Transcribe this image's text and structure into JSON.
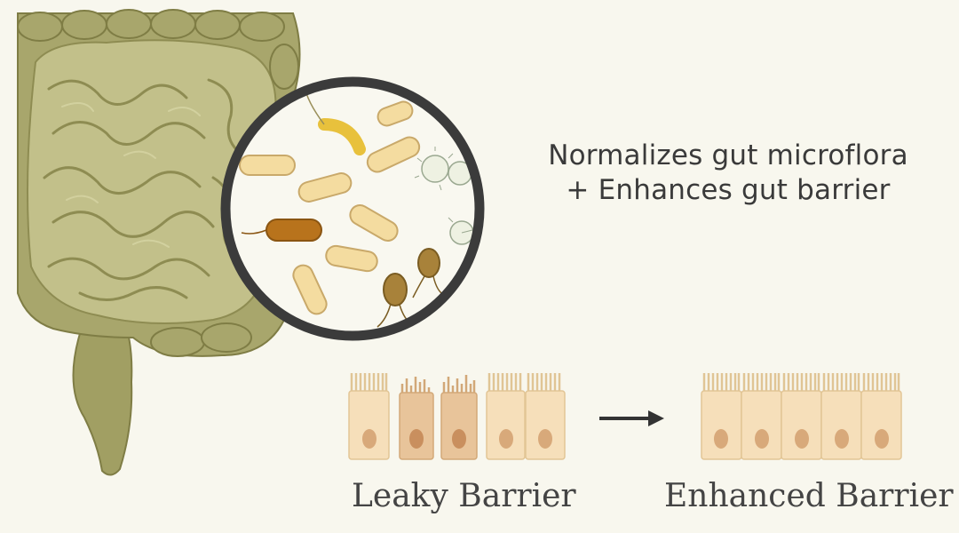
{
  "caption": {
    "line1": "Normalizes gut microflora",
    "line2": "+ Enhances gut barrier"
  },
  "labels": {
    "leaky": "Leaky Barrier",
    "enhanced": "Enhanced Barrier"
  },
  "colors": {
    "background": "#f8f7ee",
    "intestine": "#b6b47c",
    "intestine_dark": "#8e8c52",
    "magnifier_ring": "#3b3b3b",
    "cell_healthy": "#f6dfba",
    "cell_damaged": "#e8c49a",
    "nucleus": "#d8a97a",
    "arrow": "#333333"
  },
  "icons": [
    "intestine-icon",
    "magnifier-icon",
    "bacteria-icon",
    "epithelial-cell-icon",
    "right-arrow-icon"
  ]
}
